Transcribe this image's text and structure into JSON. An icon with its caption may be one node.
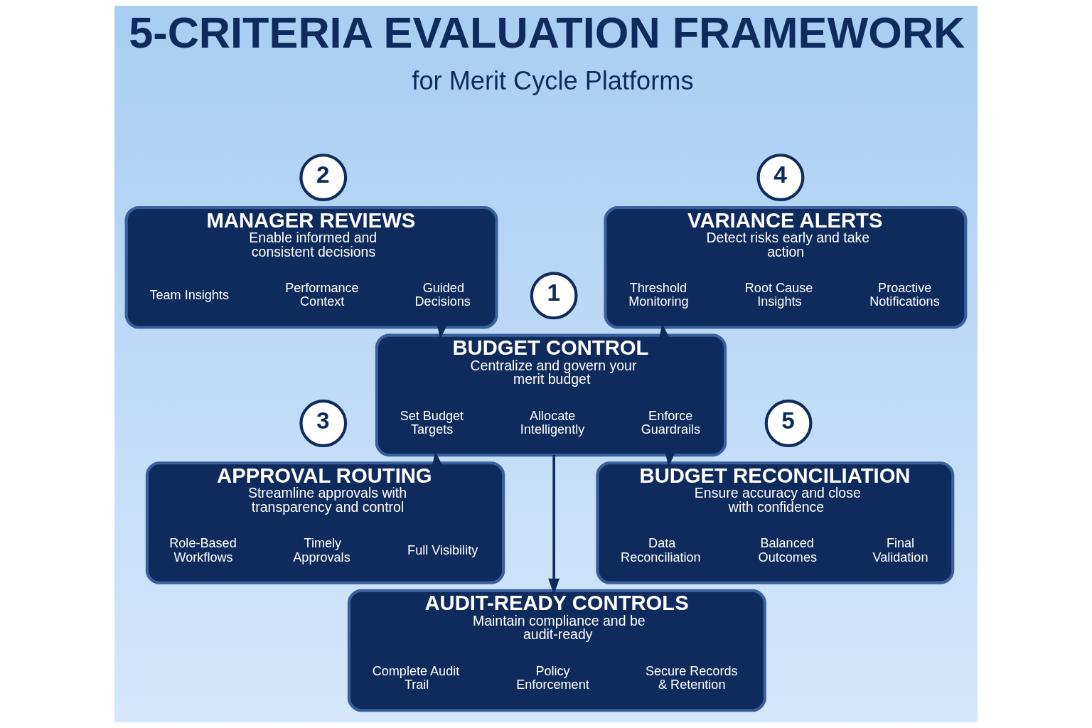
{
  "diagram": {
    "title": "5-CRITERIA EVALUATION FRAMEWORK",
    "nodes": [
      {
        "text": [
          "1"
        ]
      },
      {
        "text": [
          "BUDGET CONTROL",
          "Centralize and govern your merit budget"
        ]
      },
      {
        "text": [
          "Set Budget Targets"
        ],
        "in": 1
      },
      {
        "text": [
          "Allocate Intelligently"
        ],
        "in": 1
      },
      {
        "text": [
          "Enforce Guardrails"
        ],
        "in": 1
      },
      {
        "text": [
          "2"
        ]
      },
      {
        "text": [
          "MANAGER REVIEWS",
          "Enable informed and consistent decisions"
        ]
      },
      {
        "text": [
          "Team Insights"
        ],
        "in": 6
      },
      {
        "text": [
          "Performance Context"
        ],
        "in": 6
      },
      {
        "text": [
          "Guided Decisions"
        ],
        "in": 6
      },
      {
        "text": [
          "3"
        ]
      },
      {
        "text": [
          "APPROVAL ROUTING",
          "Streamline approvals with transparency and control"
        ]
      },
      {
        "text": [
          "Role-Based Workflows"
        ],
        "in": 11
      },
      {
        "text": [
          "Timely Approvals"
        ],
        "in": 11
      },
      {
        "text": [
          "Full Visibility"
        ],
        "in": 11
      },
      {
        "text": [
          "4"
        ]
      },
      {
        "text": [
          "VARIANCE ALERTS",
          "Detect risks early and take action"
        ]
      },
      {
        "text": [
          "Threshold Monitoring"
        ],
        "in": 16
      },
      {
        "text": [
          "Root Cause Insights"
        ],
        "in": 16
      },
      {
        "text": [
          "Proactive Notifications"
        ],
        "in": 16
      },
      {
        "text": [
          "5"
        ]
      },
      {
        "text": [
          "BUDGET RECONCILIATION",
          "Ensure accuracy and close with confidence"
        ]
      },
      {
        "text": [
          "Data Reconciliation"
        ],
        "in": 21
      },
      {
        "text": [
          "Balanced Outcomes"
        ],
        "in": 21
      },
      {
        "text": [
          "Final Validation"
        ],
        "in": 21
      },
      {
        "text": [
          "AUDIT-READY CONTROLS",
          "Maintain compliance and be audit-ready"
        ]
      },
      {
        "text": [
          "Complete Audit Trail"
        ],
        "in": 25
      },
      {
        "text": [
          "Policy Enforcement"
        ],
        "in": 25
      },
      {
        "text": [
          "Secure Records & Retention"
        ],
        "in": 25
      }
    ],
    "edges": [
      {
        "from": 6,
        "to": 1,
        "arrow": "to"
      },
      {
        "from": 11,
        "to": 1,
        "arrow": "to"
      },
      {
        "from": 1,
        "to": 16,
        "arrow": "to"
      },
      {
        "from": 1,
        "to": 21,
        "arrow": "to"
      },
      {
        "from": 1,
        "to": 25,
        "arrow": "to"
      }
    ],
    "labels": [
      "for Merit Cycle Platforms"
    ]
  }
}
